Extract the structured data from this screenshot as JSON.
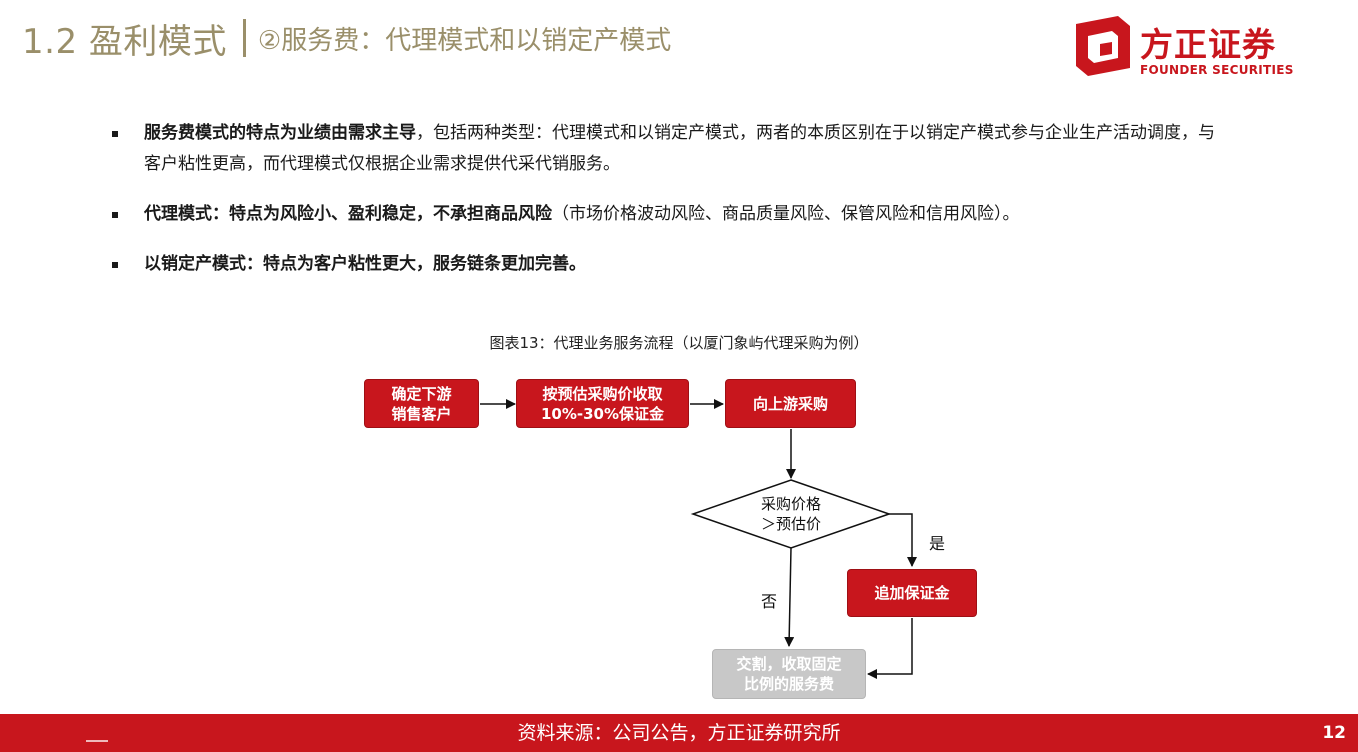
{
  "header": {
    "title_main": "1.2 盈利模式",
    "title_sub": "②服务费：代理模式和以销定产模式"
  },
  "logo": {
    "cn": "方正证券",
    "en": "FOUNDER SECURITIES",
    "color": "#c8161d"
  },
  "bullets": [
    {
      "bold": "服务费模式的特点为业绩由需求主导",
      "text": "，包括两种类型：代理模式和以销定产模式，两者的本质区别在于以销定产模式参与企业生产活动调度，与客户粘性更高，而代理模式仅根据企业需求提供代采代销服务。"
    },
    {
      "bold": "代理模式：特点为风险小、盈利稳定，不承担商品风险",
      "text": "（市场价格波动风险、商品质量风险、保管风险和信用风险）。"
    },
    {
      "bold": "以销定产模式：特点为客户粘性更大，服务链条更加完善。",
      "text": ""
    }
  ],
  "figure": {
    "caption": "图表13：代理业务服务流程（以厦门象屿代理采购为例）",
    "nodes": {
      "n1": "确定下游\n销售客户",
      "n2": "按预估采购价收取\n10%-30%保证金",
      "n3": "向上游采购",
      "decision": "采购价格\n＞预估价",
      "n4": "追加保证金",
      "n5": "交割，收取固定\n比例的服务费"
    },
    "yes_label": "是",
    "no_label": "否"
  },
  "footer": {
    "source": "资料来源：公司公告，方正证券研究所",
    "page": "12"
  }
}
